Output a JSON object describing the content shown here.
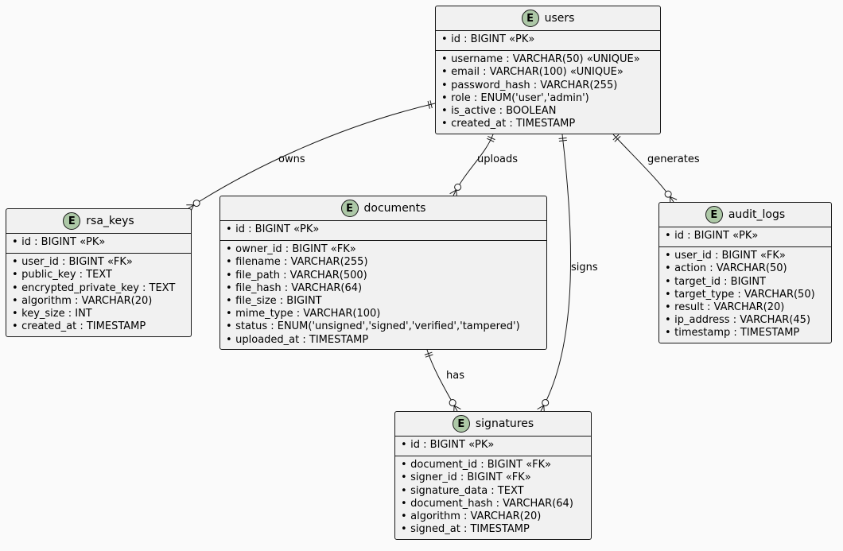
{
  "diagram": {
    "entity_badge": "E",
    "field_bullet": "•",
    "entities": [
      {
        "key": "users",
        "name": "users",
        "pk": "id : BIGINT «PK»",
        "fields": [
          "username : VARCHAR(50) «UNIQUE»",
          "email : VARCHAR(100) «UNIQUE»",
          "password_hash : VARCHAR(255)",
          "role : ENUM('user','admin')",
          "is_active : BOOLEAN",
          "created_at : TIMESTAMP"
        ]
      },
      {
        "key": "rsa_keys",
        "name": "rsa_keys",
        "pk": "id : BIGINT «PK»",
        "fields": [
          "user_id : BIGINT «FK»",
          "public_key : TEXT",
          "encrypted_private_key : TEXT",
          "algorithm : VARCHAR(20)",
          "key_size : INT",
          "created_at : TIMESTAMP"
        ]
      },
      {
        "key": "documents",
        "name": "documents",
        "pk": "id : BIGINT «PK»",
        "fields": [
          "owner_id : BIGINT «FK»",
          "filename : VARCHAR(255)",
          "file_path : VARCHAR(500)",
          "file_hash : VARCHAR(64)",
          "file_size : BIGINT",
          "mime_type : VARCHAR(100)",
          "status : ENUM('unsigned','signed','verified','tampered')",
          "uploaded_at : TIMESTAMP"
        ]
      },
      {
        "key": "audit_logs",
        "name": "audit_logs",
        "pk": "id : BIGINT «PK»",
        "fields": [
          "user_id : BIGINT «FK»",
          "action : VARCHAR(50)",
          "target_id : BIGINT",
          "target_type : VARCHAR(50)",
          "result : VARCHAR(20)",
          "ip_address : VARCHAR(45)",
          "timestamp : TIMESTAMP"
        ]
      },
      {
        "key": "signatures",
        "name": "signatures",
        "pk": "id : BIGINT «PK»",
        "fields": [
          "document_id : BIGINT «FK»",
          "signer_id : BIGINT «FK»",
          "signature_data : TEXT",
          "document_hash : VARCHAR(64)",
          "algorithm : VARCHAR(20)",
          "signed_at : TIMESTAMP"
        ]
      }
    ],
    "relationships": [
      {
        "from": "users",
        "to": "rsa_keys",
        "label": "owns",
        "from_card": "exactly-one",
        "to_card": "zero-or-many"
      },
      {
        "from": "users",
        "to": "documents",
        "label": "uploads",
        "from_card": "exactly-one",
        "to_card": "zero-or-many"
      },
      {
        "from": "users",
        "to": "signatures",
        "label": "signs",
        "from_card": "exactly-one",
        "to_card": "zero-or-many"
      },
      {
        "from": "users",
        "to": "audit_logs",
        "label": "generates",
        "from_card": "exactly-one",
        "to_card": "zero-or-many"
      },
      {
        "from": "documents",
        "to": "signatures",
        "label": "has",
        "from_card": "exactly-one",
        "to_card": "zero-or-many"
      }
    ]
  }
}
